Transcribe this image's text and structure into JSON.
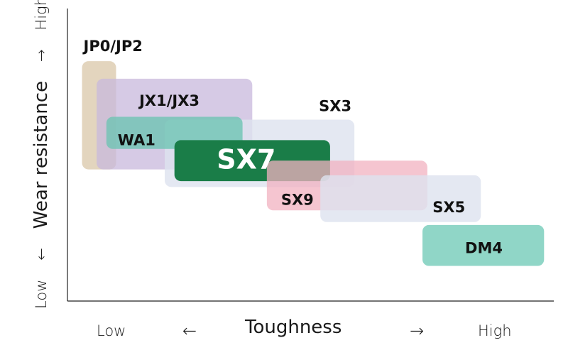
{
  "chart_data": {
    "type": "area",
    "x_axis": {
      "title": "Toughness",
      "low_label": "Low",
      "high_label": "High",
      "arrow_left": "←",
      "arrow_right": "→",
      "range": [
        0,
        100
      ]
    },
    "y_axis": {
      "title": "Wear resistance",
      "low_label": "Low",
      "high_label": "High",
      "arrow_low": "←",
      "arrow_high": "→",
      "range": [
        0,
        100
      ]
    },
    "grid": false,
    "series": [
      {
        "name": "JP0/JP2",
        "x": [
          3,
          10
        ],
        "y": [
          45,
          82
        ],
        "color": "#d9c7a8",
        "opacity": 0.75,
        "label_color": "#111111",
        "label_size": "medium"
      },
      {
        "name": "JX1/JX3",
        "x": [
          6,
          38
        ],
        "y": [
          45,
          76
        ],
        "color": "#c8b8dc",
        "opacity": 0.75,
        "label_color": "#111111",
        "label_size": "medium"
      },
      {
        "name": "SX3",
        "x": [
          20,
          59
        ],
        "y": [
          39,
          62
        ],
        "color": "#dde2ef",
        "opacity": 0.8,
        "label_color": "#111111",
        "label_size": "medium"
      },
      {
        "name": "WA1",
        "x": [
          8,
          36
        ],
        "y": [
          52,
          63
        ],
        "color": "#6cc4b2",
        "opacity": 0.78,
        "label_color": "#111111",
        "label_size": "medium"
      },
      {
        "name": "SX7",
        "x": [
          22,
          54
        ],
        "y": [
          41,
          55
        ],
        "color": "#1a7d48",
        "opacity": 1.0,
        "label_color": "#ffffff",
        "label_size": "large"
      },
      {
        "name": "SX9",
        "x": [
          41,
          74
        ],
        "y": [
          31,
          48
        ],
        "color": "#f2b2c0",
        "opacity": 0.75,
        "label_color": "#111111",
        "label_size": "medium"
      },
      {
        "name": "SX5",
        "x": [
          52,
          85
        ],
        "y": [
          27,
          43
        ],
        "color": "#dde2ef",
        "opacity": 0.8,
        "label_color": "#111111",
        "label_size": "medium"
      },
      {
        "name": "DM4",
        "x": [
          73,
          98
        ],
        "y": [
          12,
          26
        ],
        "color": "#7dcfbd",
        "opacity": 0.85,
        "label_color": "#111111",
        "label_size": "medium"
      }
    ]
  }
}
